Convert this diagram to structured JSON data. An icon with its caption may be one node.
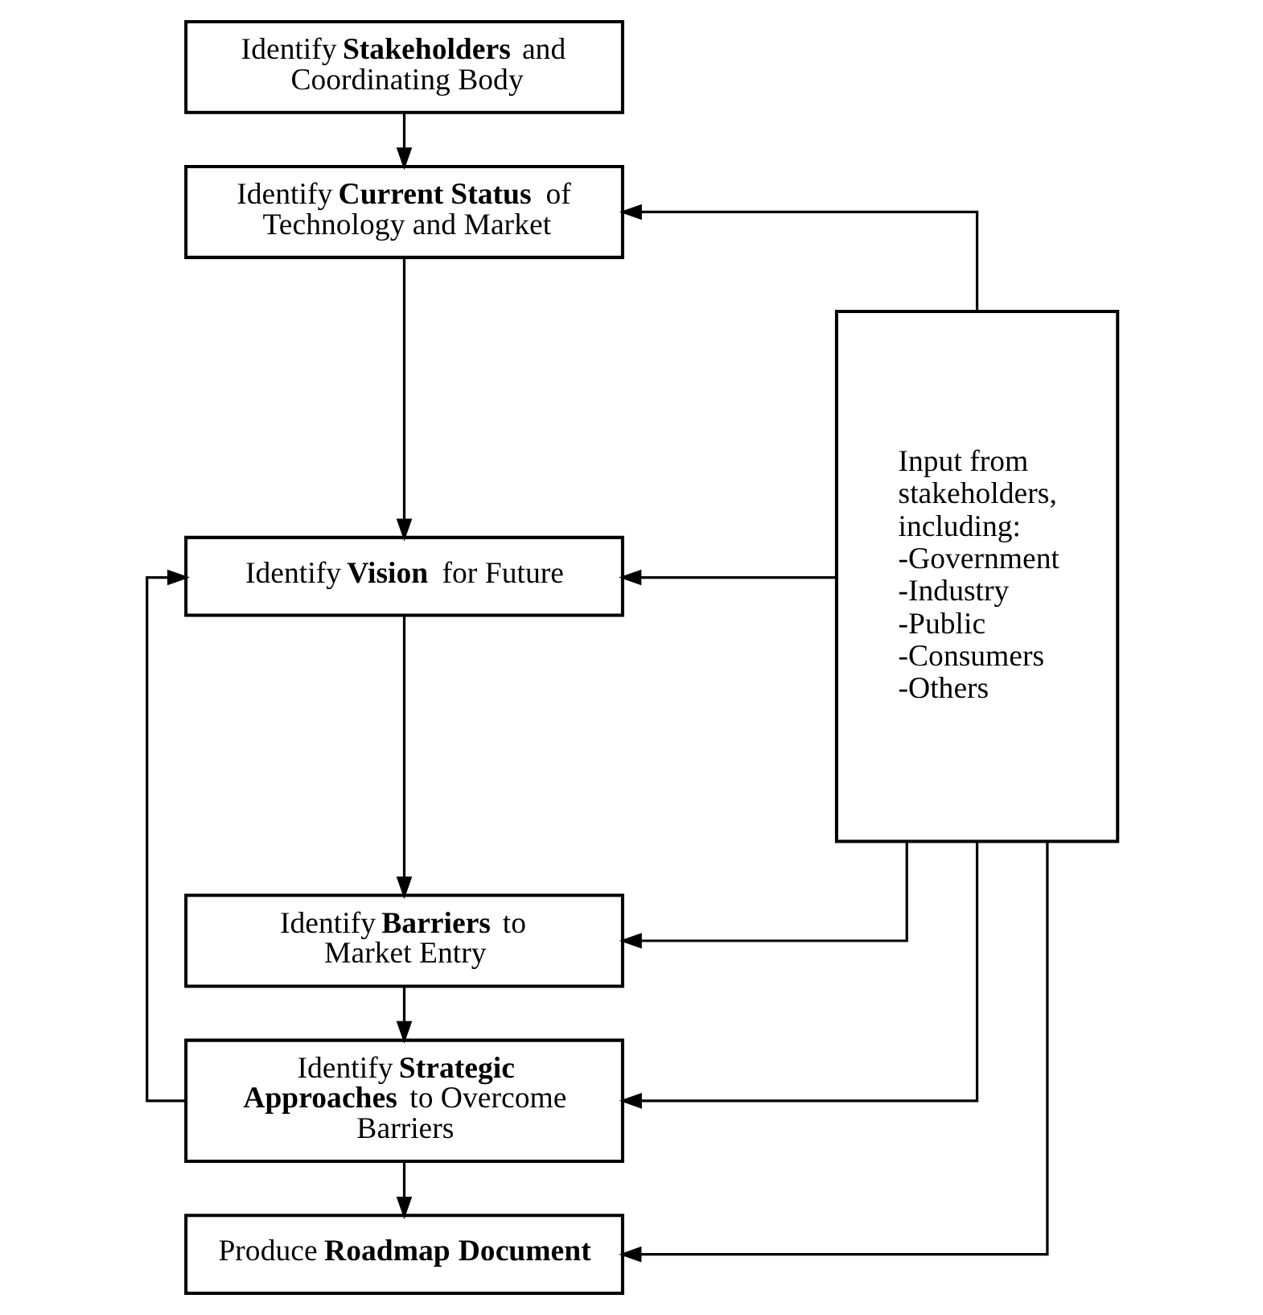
{
  "diagram": {
    "nodes": [
      {
        "text": [
          "Identify **Stakeholders** and Coordinating Body"
        ]
      },
      {
        "text": [
          "Identify **Current Status** of Technology and Market"
        ]
      },
      {
        "text": [
          "Identify **Vision** for Future"
        ]
      },
      {
        "text": [
          "Identify **Barriers** to Market Entry"
        ]
      },
      {
        "text": [
          "Identify **Strategic Approaches** to Overcome Barriers"
        ]
      },
      {
        "text": [
          "Produce **Roadmap Document**"
        ]
      },
      {
        "text": [
          "Input from stakeholders, including:",
          "-Government",
          "-Industry",
          "-Public",
          "-Consumers",
          "-Others"
        ]
      }
    ],
    "edges": [
      {
        "from": 0,
        "to": 1,
        "arrow": "to"
      },
      {
        "from": 1,
        "to": 2,
        "arrow": "to"
      },
      {
        "from": 2,
        "to": 3,
        "arrow": "to"
      },
      {
        "from": 3,
        "to": 4,
        "arrow": "to"
      },
      {
        "from": 4,
        "to": 5,
        "arrow": "to"
      },
      {
        "from": 4,
        "to": 2,
        "arrow": "to"
      },
      {
        "from": 6,
        "to": 1,
        "arrow": "to"
      },
      {
        "from": 6,
        "to": 2,
        "arrow": "to"
      },
      {
        "from": 6,
        "to": 3,
        "arrow": "to"
      },
      {
        "from": 6,
        "to": 4,
        "arrow": "to"
      },
      {
        "from": 6,
        "to": 5,
        "arrow": "to"
      }
    ]
  }
}
